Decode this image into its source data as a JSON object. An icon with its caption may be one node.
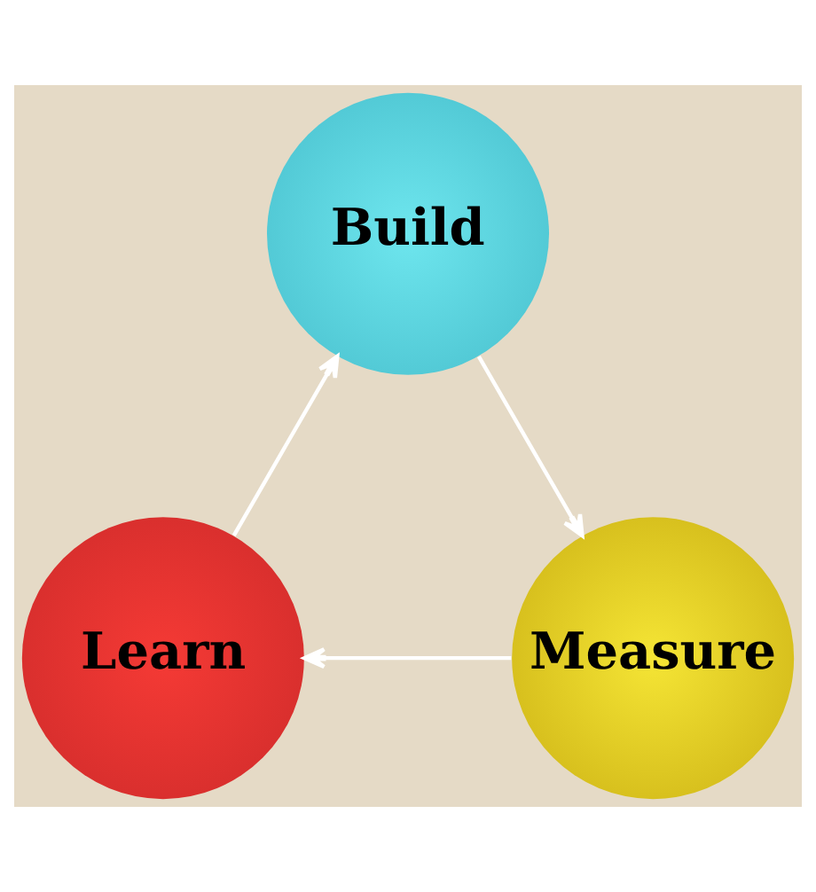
{
  "diagram": {
    "nodes": [
      {
        "text": [
          "Build"
        ]
      },
      {
        "text": [
          "Learn"
        ]
      },
      {
        "text": [
          "Measure"
        ]
      }
    ],
    "edges": [
      {
        "from": 0,
        "to": 2,
        "arrow": "to"
      },
      {
        "from": 2,
        "to": 1,
        "arrow": "to"
      },
      {
        "from": 1,
        "to": 0,
        "arrow": "to"
      }
    ]
  }
}
